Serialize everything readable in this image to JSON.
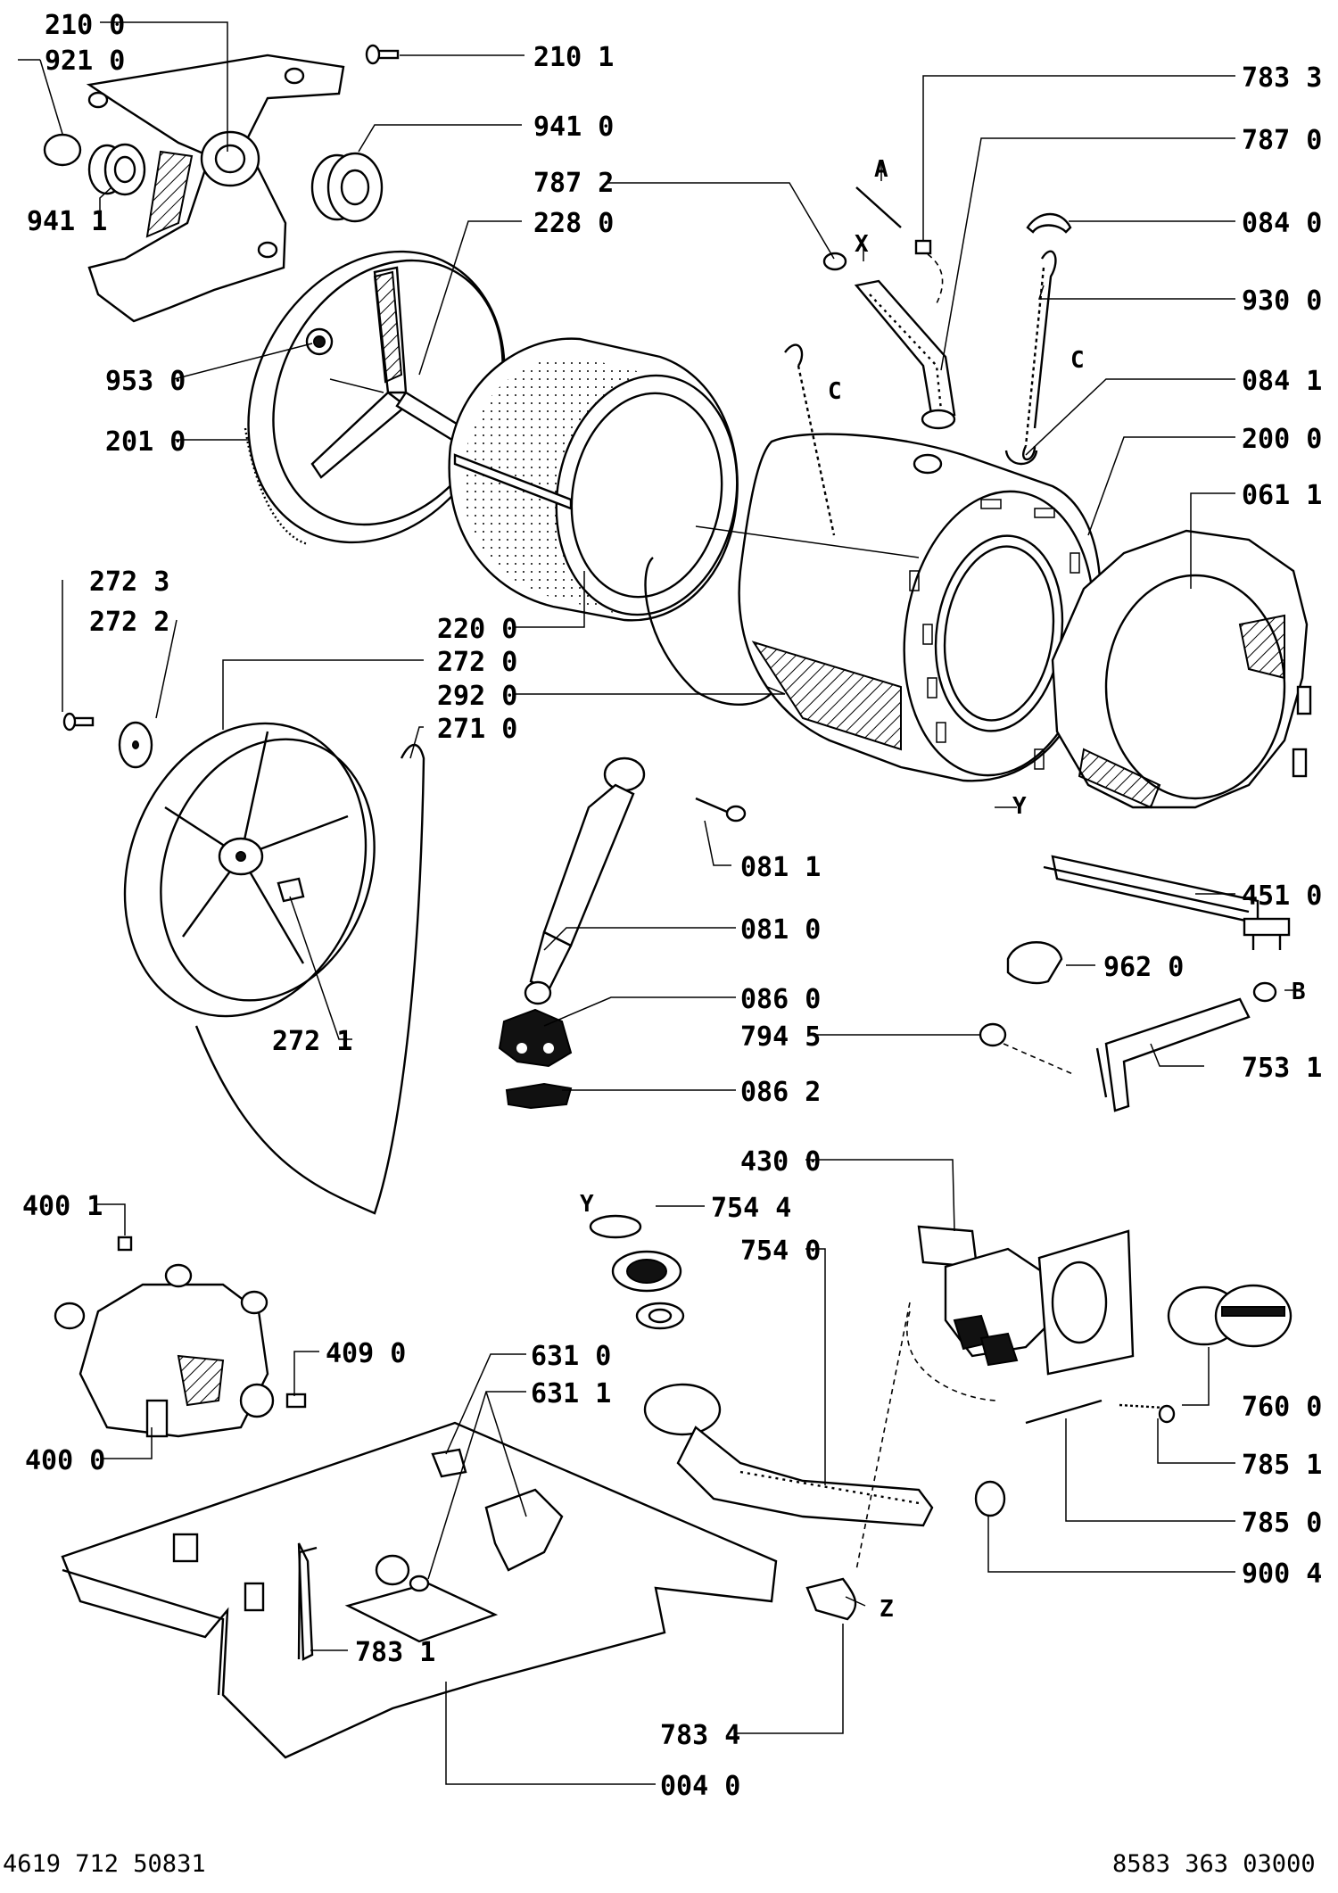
{
  "diagram": {
    "callouts": {
      "c2100": "210 0",
      "c9210": "921 0",
      "c2101": "210 1",
      "c9410": "941 0",
      "c9411": "941 1",
      "c7872": "787 2",
      "c2280": "228 0",
      "c7833": "783 3",
      "c7870": "787 0",
      "c0840": "084 0",
      "c9300": "930 0",
      "c0841": "084 1",
      "c9530": "953 0",
      "c2010": "201 0",
      "c2000": "200 0",
      "c0611": "061 1",
      "c2723": "272 3",
      "c2722": "272 2",
      "c2200": "220 0",
      "c2720": "272 0",
      "c2920": "292 0",
      "c2710": "271 0",
      "c0811": "081 1",
      "c4510": "451 0",
      "c0810": "081 0",
      "c9620": "962 0",
      "c0860": "086 0",
      "c7945": "794 5",
      "c7531": "753 1",
      "c2721": "272 1",
      "c0862": "086 2",
      "c4300": "430 0",
      "c4001": "400 1",
      "c7544": "754 4",
      "c7540": "754 0",
      "c4090": "409 0",
      "c6310": "631 0",
      "c6311": "631 1",
      "c4000": "400 0",
      "c7600": "760 0",
      "c7851": "785 1",
      "c7850": "785 0",
      "c9004": "900 4",
      "c7831": "783 1",
      "c7834": "783 4",
      "c0040": "004 0"
    },
    "markers": {
      "a": "A",
      "x": "X",
      "c1": "C",
      "c2": "C",
      "y1": "Y",
      "y2": "Y",
      "b": "B",
      "z": "Z"
    },
    "footer": {
      "left": "4619 712 50831",
      "right": "8583 363 03000"
    }
  }
}
